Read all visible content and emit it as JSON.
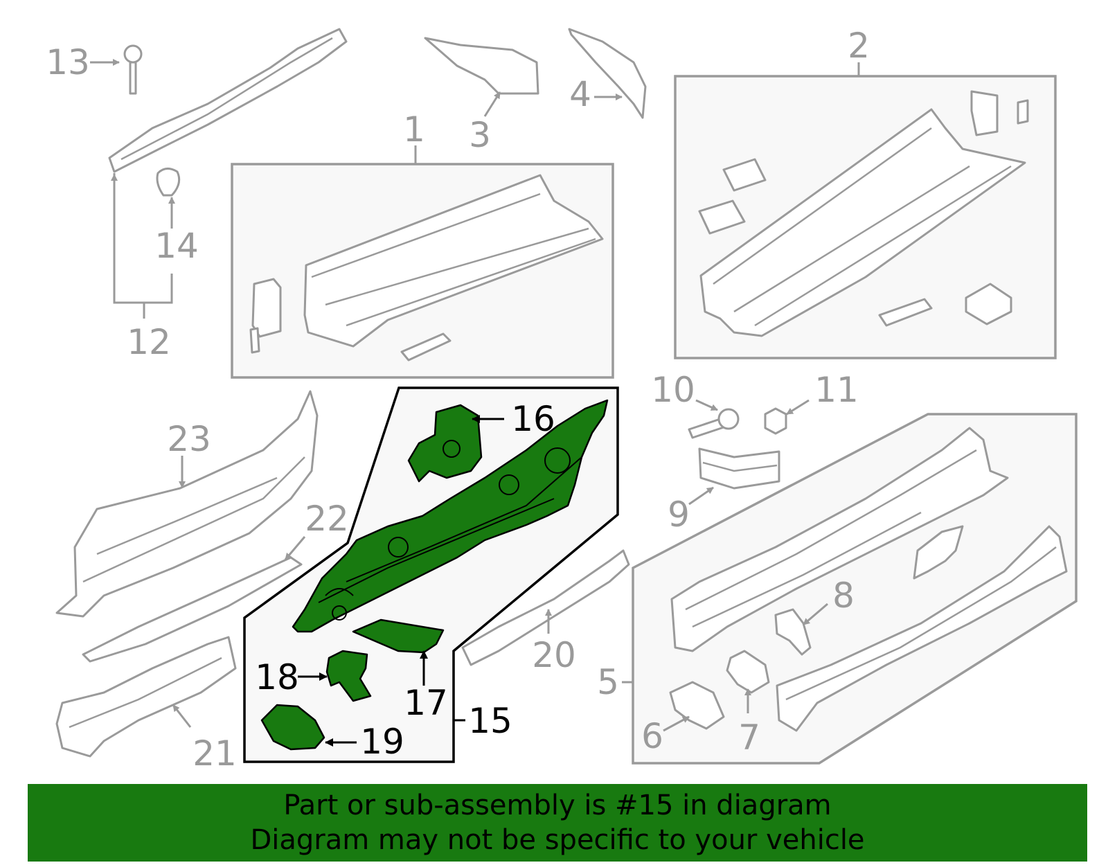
{
  "banner": {
    "line1": "Part or sub-assembly is #15 in diagram",
    "line2": "Diagram may not be specific to your vehicle",
    "background": "#187a10"
  },
  "colors": {
    "highlight_part": "#187a10",
    "line_gray": "#9a9a9a",
    "callout_black": "#000000",
    "panel_fill": "#f8f8f8"
  },
  "callouts": {
    "c1": "1",
    "c2": "2",
    "c3": "3",
    "c4": "4",
    "c5": "5",
    "c6": "6",
    "c7": "7",
    "c8": "8",
    "c9": "9",
    "c10": "10",
    "c11": "11",
    "c12": "12",
    "c13": "13",
    "c14": "14",
    "c15": "15",
    "c16": "16",
    "c17": "17",
    "c18": "18",
    "c19": "19",
    "c20": "20",
    "c21": "21",
    "c22": "22",
    "c23": "23"
  },
  "highlighted_callouts": [
    "15",
    "16",
    "17",
    "18",
    "19"
  ]
}
